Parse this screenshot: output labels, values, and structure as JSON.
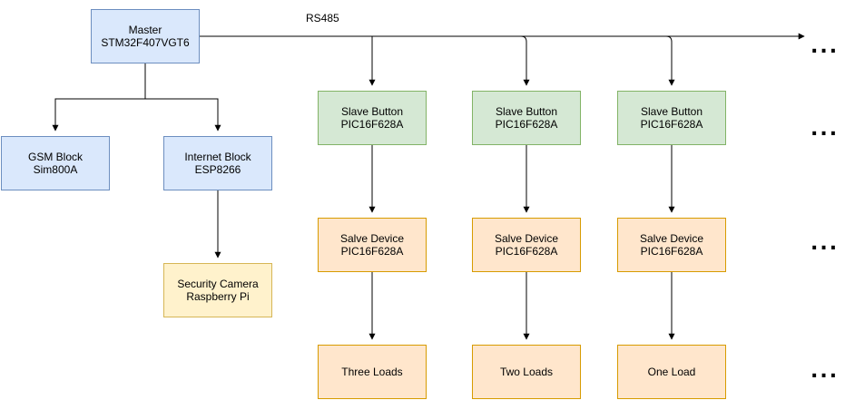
{
  "diagram": {
    "bus_label": "RS485",
    "continuation_glyph": "...",
    "nodes": {
      "master": {
        "line1": "Master",
        "line2": "STM32F407VGT6"
      },
      "gsm": {
        "line1": "GSM Block",
        "line2": "Sim800A"
      },
      "internet": {
        "line1": "Internet Block",
        "line2": "ESP8266"
      },
      "camera": {
        "line1": "Security Camera",
        "line2": "Raspberry Pi"
      },
      "button_1": {
        "line1": "Slave Button",
        "line2": "PIC16F628A"
      },
      "button_2": {
        "line1": "Slave Button",
        "line2": "PIC16F628A"
      },
      "button_3": {
        "line1": "Slave Button",
        "line2": "PIC16F628A"
      },
      "device_1": {
        "line1": "Salve Device",
        "line2": "PIC16F628A"
      },
      "device_2": {
        "line1": "Salve Device",
        "line2": "PIC16F628A"
      },
      "device_3": {
        "line1": "Salve Device",
        "line2": "PIC16F628A"
      },
      "loads_1": {
        "line1": "Three Loads"
      },
      "loads_2": {
        "line1": "Two Loads"
      },
      "loads_3": {
        "line1": "One Load"
      }
    },
    "edges": [
      {
        "from": "master",
        "to": "gsm"
      },
      {
        "from": "master",
        "to": "internet"
      },
      {
        "from": "internet",
        "to": "camera"
      },
      {
        "from": "master",
        "to": "button_1",
        "via": "RS485"
      },
      {
        "from": "master",
        "to": "button_2",
        "via": "RS485"
      },
      {
        "from": "master",
        "to": "button_3",
        "via": "RS485"
      },
      {
        "from": "button_1",
        "to": "device_1"
      },
      {
        "from": "button_2",
        "to": "device_2"
      },
      {
        "from": "button_3",
        "to": "device_3"
      },
      {
        "from": "device_1",
        "to": "loads_1"
      },
      {
        "from": "device_2",
        "to": "loads_2"
      },
      {
        "from": "device_3",
        "to": "loads_3"
      }
    ],
    "colors": {
      "controller_fill": "#dae8fc",
      "controller_stroke": "#6c8ebf",
      "slave_button_fill": "#d5e8d4",
      "slave_button_stroke": "#82b366",
      "slave_device_fill": "#ffe6cc",
      "slave_device_stroke": "#d79b00",
      "camera_fill": "#fff2cc",
      "camera_stroke": "#d6b656",
      "line": "#000000"
    }
  }
}
